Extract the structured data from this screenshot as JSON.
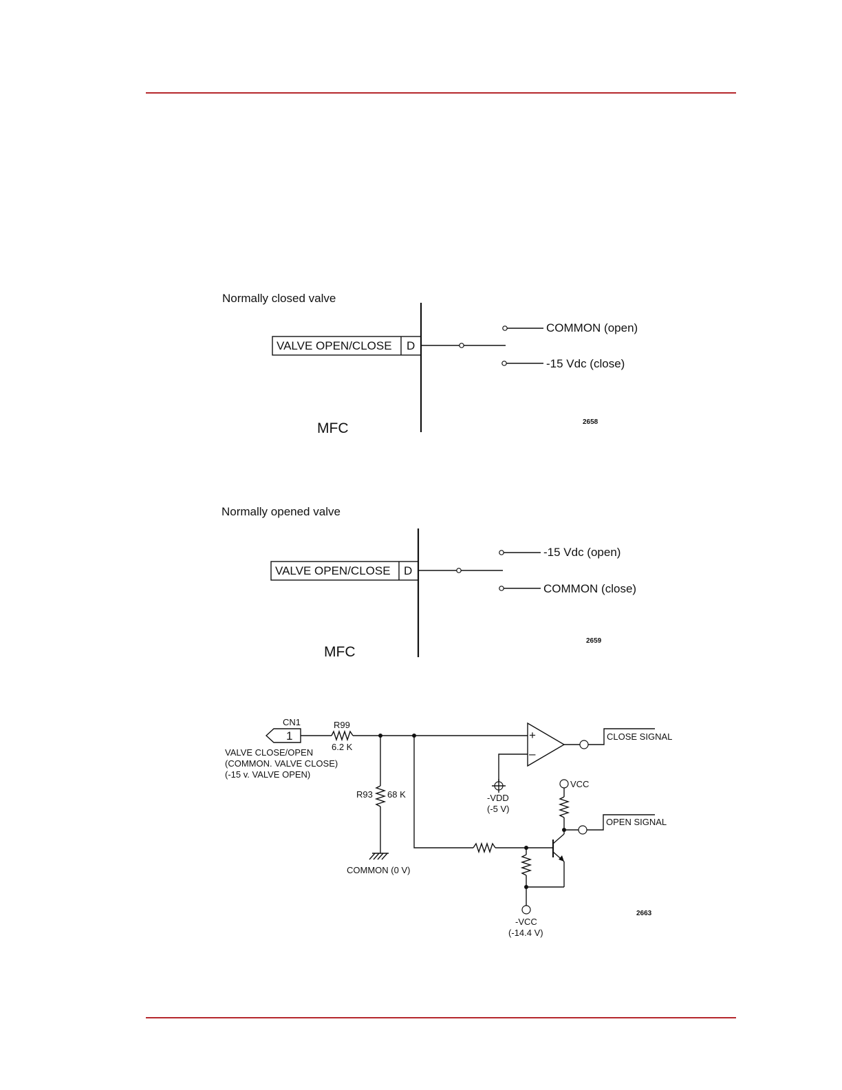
{
  "header": {
    "rule_color": "#b5262b"
  },
  "diagram1": {
    "title": "Normally closed valve",
    "box_label": "VALVE OPEN/CLOSE",
    "pin": "D",
    "opt_top": "COMMON (open)",
    "opt_bottom": "-15 Vdc (close)",
    "device": "MFC",
    "code": "2658"
  },
  "diagram2": {
    "title": "Normally opened valve",
    "box_label": "VALVE OPEN/CLOSE",
    "pin": "D",
    "opt_top": "-15 Vdc (open)",
    "opt_bottom": "COMMON (close)",
    "device": "MFC",
    "code": "2659"
  },
  "circuit": {
    "connector": "CN1",
    "pin_number": "1",
    "input_desc": [
      "VALVE CLOSE/OPEN",
      "(COMMON. VALVE CLOSE)",
      "(-15 v. VALVE OPEN)"
    ],
    "r99_name": "R99",
    "r99_value": "6.2 K",
    "r93_name": "R93",
    "r93_value": "68 K",
    "ground_label": "COMMON (0 V)",
    "opamp_plus": "+",
    "opamp_minus": "–",
    "vdd_label": "-VDD",
    "vdd_value": "(-5 V)",
    "vcc_label": "VCC",
    "nvcc_label": "-VCC",
    "nvcc_value": "(-14.4 V)",
    "close_signal": "CLOSE SIGNAL",
    "open_signal": "OPEN SIGNAL",
    "code": "2663"
  },
  "footer": {
    "rule_color": "#b5262b"
  }
}
